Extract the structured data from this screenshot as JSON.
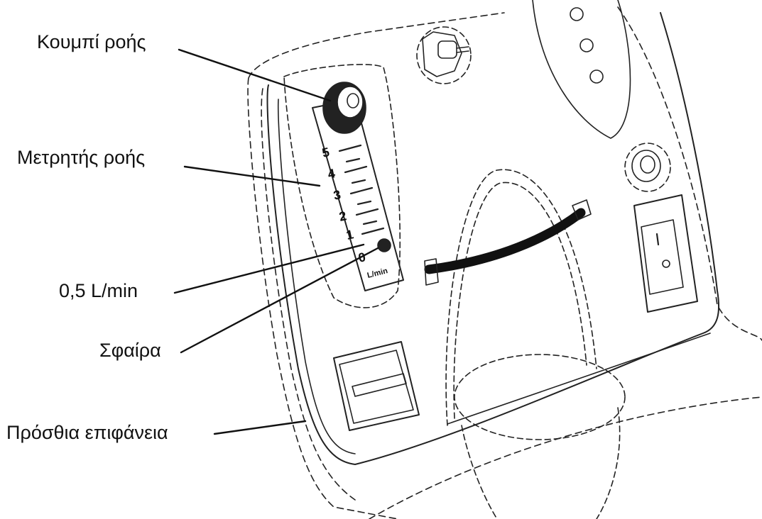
{
  "callouts": {
    "flow_knob": "Κουμπί ροής",
    "flow_meter": "Μετρητής ροής",
    "half_lpm": "0,5 L/min",
    "ball": "Σφαίρα",
    "front_panel": "Πρόσθια επιφάνεια"
  },
  "flowmeter": {
    "scale": [
      "5",
      "4",
      "3",
      "2",
      "1",
      "0"
    ],
    "unit": "L/min"
  },
  "switch": {
    "on_symbol": "I",
    "off_symbol": "O"
  },
  "colors": {
    "line": "#222222",
    "background": "#ffffff"
  }
}
